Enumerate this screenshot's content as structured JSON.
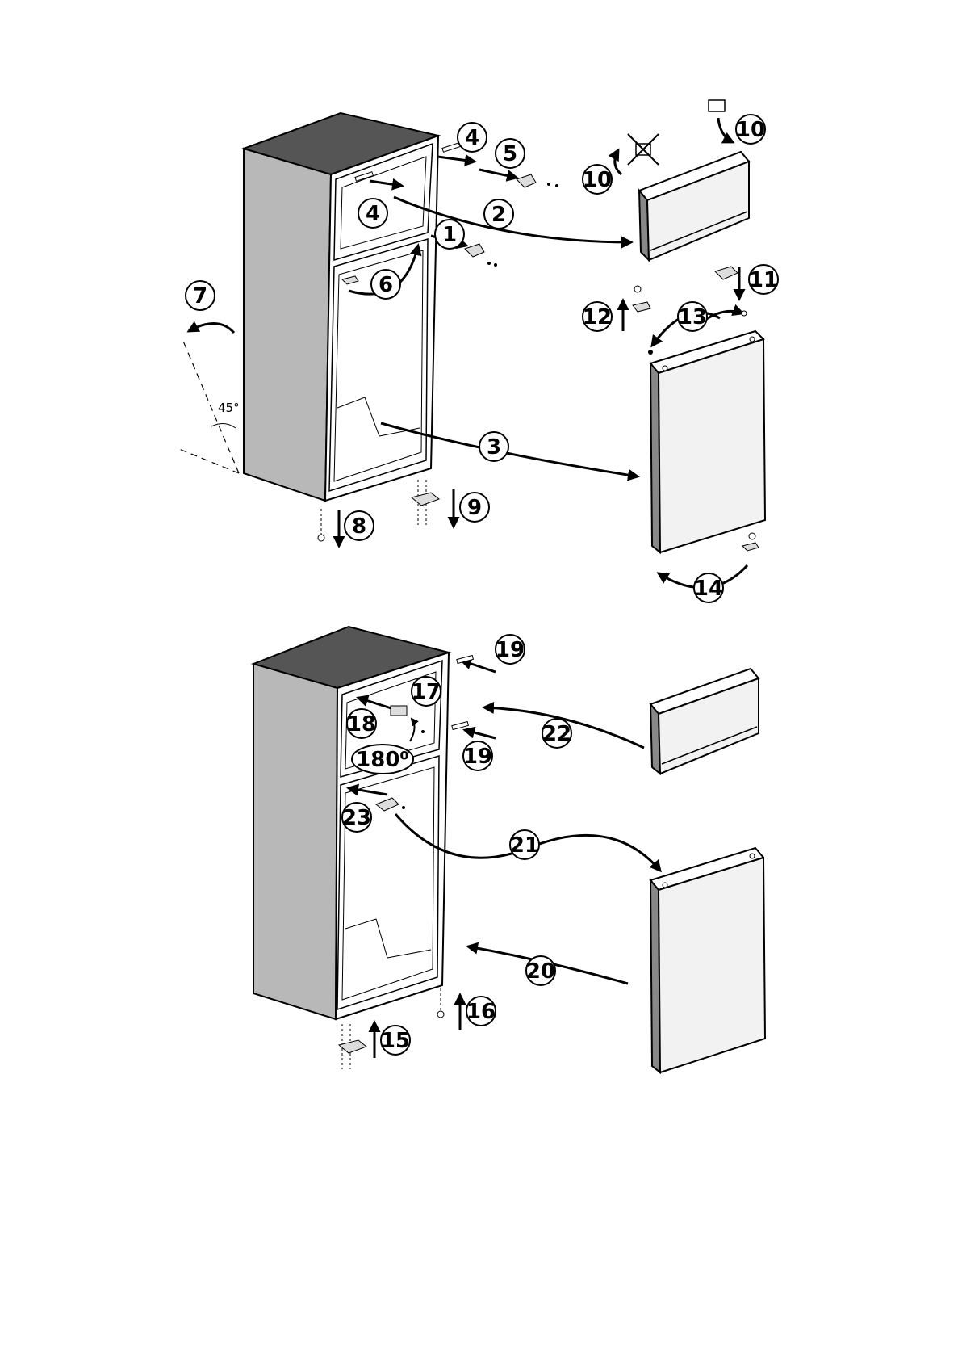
{
  "diagram": {
    "title": "Door reversal assembly instructions (refrigerator)",
    "colors": {
      "line": "#000000",
      "cabinet_top": "#555555",
      "cabinet_side": "#b8b8b8",
      "door_panel": "#f2f2f2",
      "background": "#ffffff"
    },
    "steps_top": [
      "1",
      "2",
      "3",
      "4",
      "4",
      "5",
      "6",
      "7",
      "8",
      "9",
      "10",
      "10",
      "11",
      "12",
      "13",
      "14"
    ],
    "steps_bottom": [
      "15",
      "16",
      "17",
      "18",
      "19",
      "19",
      "20",
      "21",
      "22",
      "23"
    ],
    "angle_label": "45°",
    "rotation_label": "180⁰",
    "icons": [
      "hinge-icon",
      "screw-icon",
      "pin-icon",
      "arrow-icon",
      "crossed-out-icon"
    ]
  }
}
